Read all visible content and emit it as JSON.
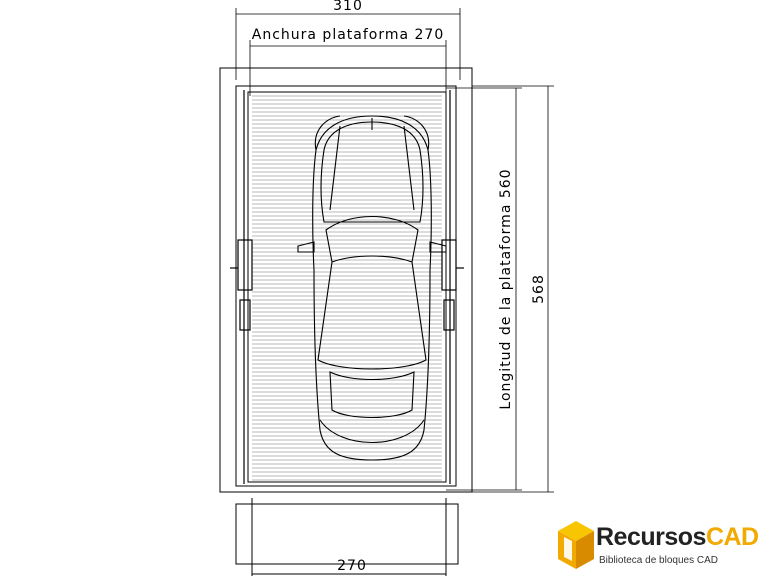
{
  "dimensions": {
    "overall_width": "310",
    "platform_width_label": "Anchura plataforma 270",
    "platform_length_label": "Longitud de la plataforma 560",
    "overall_length": "568",
    "bottom_width": "270"
  },
  "logo": {
    "name_part1": "Recursos",
    "name_part2": "CAD",
    "tagline": "Biblioteca de bloques CAD",
    "accent_color": "#f2a900"
  }
}
